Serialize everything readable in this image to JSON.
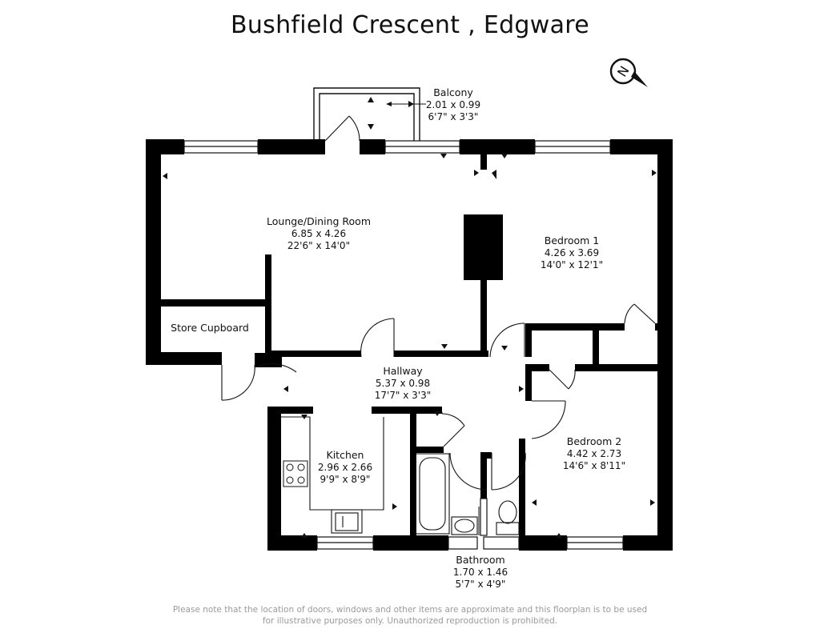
{
  "title": "Bushfield Crescent , Edgware",
  "disclaimer": "Please note that the location of doors, windows and other items are approximate and this floorplan is to be used for illustrative purposes only. Unauthorized reproduction is prohibited.",
  "compass_letter": "N",
  "rooms": {
    "balcony": {
      "name": "Balcony",
      "metric": "2.01 x 0.99",
      "imperial": "6'7\" x 3'3\""
    },
    "lounge": {
      "name": "Lounge/Dining Room",
      "metric": "6.85 x 4.26",
      "imperial": "22'6\" x 14'0\""
    },
    "bedroom1": {
      "name": "Bedroom 1",
      "metric": "4.26 x 3.69",
      "imperial": "14'0\" x 12'1\""
    },
    "store": {
      "name": "Store Cupboard"
    },
    "hallway": {
      "name": "Hallway",
      "metric": "5.37 x 0.98",
      "imperial": "17'7\" x 3'3\""
    },
    "kitchen": {
      "name": "Kitchen",
      "metric": "2.96 x 2.66",
      "imperial": "9'9\" x 8'9\""
    },
    "bedroom2": {
      "name": "Bedroom 2",
      "metric": "4.42 x 2.73",
      "imperial": "14'6\" x 8'11\""
    },
    "bathroom": {
      "name": "Bathroom",
      "metric": "1.70 x 1.46",
      "imperial": "5'7\" x 4'9\""
    }
  }
}
